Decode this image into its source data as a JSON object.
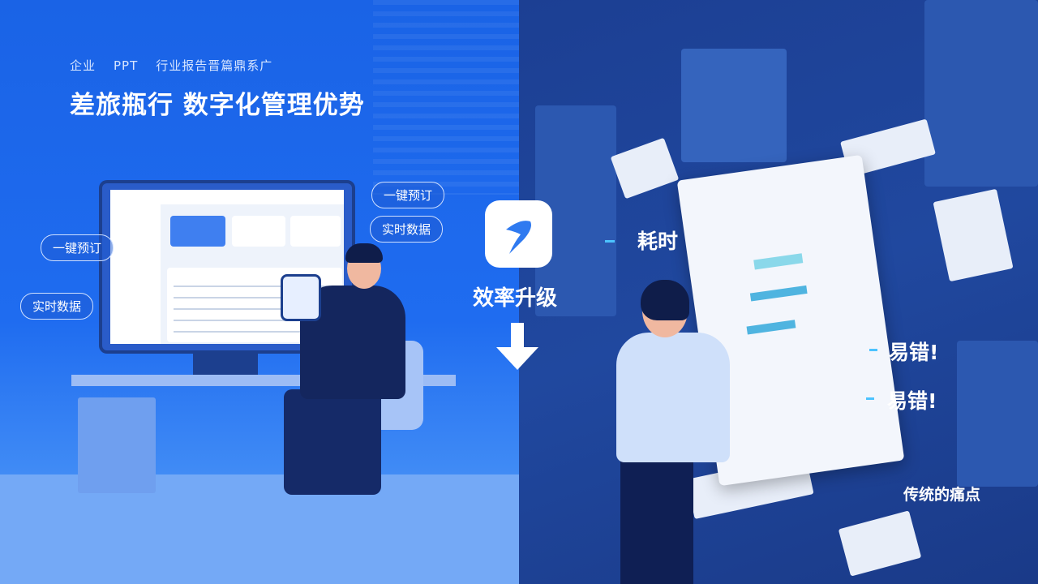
{
  "header": {
    "subtitle_parts": [
      "企业",
      "PPT",
      "行业报告晋篇鼎系广"
    ],
    "title": "差旅瓶行 数字化管理优势"
  },
  "left_callouts": {
    "one_click_booking_left": "一键预订",
    "realtime_data_left": "实时数据",
    "one_click_booking_right": "一键预订",
    "realtime_data_right": "实时数据"
  },
  "center": {
    "app_icon": "paper-plane-icon",
    "efficiency_label": "效率升级",
    "arrow_icon": "arrow-down-icon"
  },
  "right_labels": {
    "time_consuming": "耗时",
    "error_prone_1": "易错!",
    "error_prone_2": "易错!",
    "pain_points": "传统的痛点"
  },
  "colors": {
    "left_bg": "#1f6cf0",
    "right_bg": "#20489f",
    "accent": "#4cc3ff",
    "text": "#ffffff"
  }
}
